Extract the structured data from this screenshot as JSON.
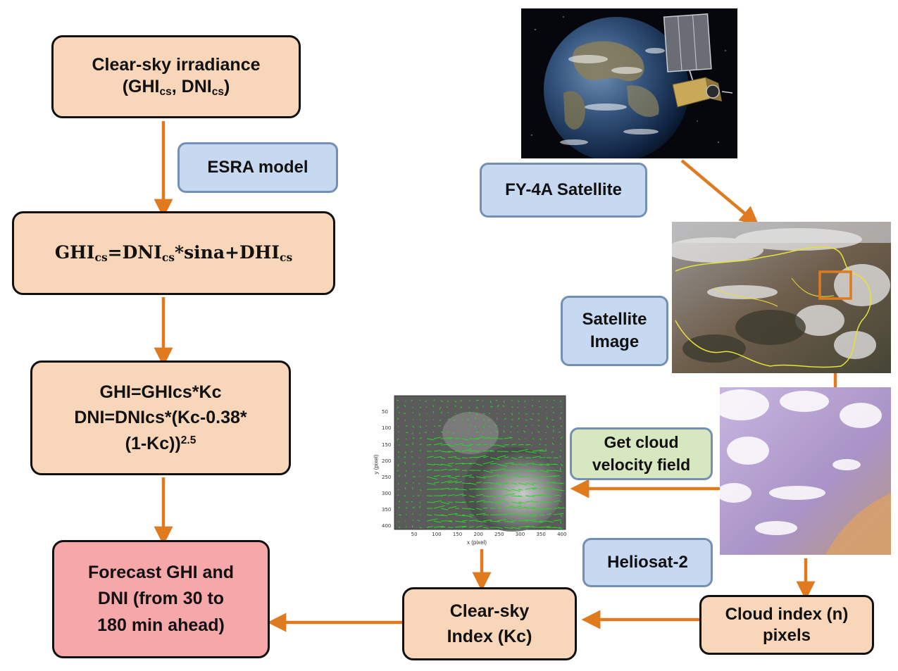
{
  "left_flow": {
    "clear_sky": {
      "line1": "Clear-sky irradiance",
      "paren_open": "(GHI",
      "sub1": "cs",
      "comma": ", DNI",
      "sub2": "cs",
      "paren_close": ")"
    },
    "esra_label": "ESRA model",
    "equation": {
      "a": "GHI",
      "a_sub": "cs",
      "b": "=DNI",
      "b_sub": "cs",
      "c": "*sina+DHI",
      "c_sub": "cs"
    },
    "ghi_dni": {
      "line1": "GHI=GHIcs*Kc",
      "line2": "DNI=DNIcs*(Kc-0.38*",
      "line3": "(1-Kc))",
      "line3_sup": "2.5"
    },
    "forecast": {
      "line1": "Forecast GHI and",
      "line2": "DNI (from 30 to",
      "line3": "180 min ahead)"
    }
  },
  "right_flow": {
    "satellite_label": "FY-4A Satellite",
    "satellite_image_label": {
      "line1": "Satellite",
      "line2": "Image"
    },
    "velocity_label": {
      "line1": "Get cloud",
      "line2": "velocity field"
    },
    "heliosat_label": "Heliosat-2",
    "cloud_index": {
      "line1": "Cloud index (n)",
      "line2": "pixels"
    },
    "clear_sky_index": {
      "line1": "Clear-sky",
      "line2": "Index (Kc)"
    }
  },
  "velocity_plot": {
    "x_ticks": [
      "50",
      "100",
      "150",
      "200",
      "250",
      "300",
      "350",
      "400"
    ],
    "y_ticks": [
      "50",
      "100",
      "150",
      "200",
      "250",
      "300",
      "350",
      "400"
    ],
    "xlabel": "x (pixel)",
    "ylabel": "y (pixel)"
  },
  "colors": {
    "arrow": "#e07a1f",
    "peach_box": "#f8d6b9",
    "red_box": "#f6a7aa",
    "blue_box": "#c6d9f0",
    "green_box": "#d7e8c1",
    "vector": "#29d629"
  }
}
